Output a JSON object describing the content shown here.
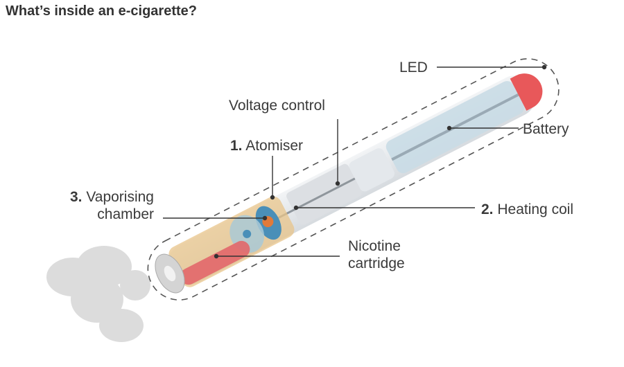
{
  "title": "What’s inside an e-cigarette?",
  "labels": {
    "led": "LED",
    "battery": "Battery",
    "voltage_control": "Voltage control",
    "atomiser": {
      "num": "1.",
      "text": " Atomiser"
    },
    "vaporising": {
      "num": "3.",
      "line1": " Vaporising",
      "line2": "chamber"
    },
    "heating_coil": {
      "num": "2.",
      "text": " Heating coil"
    },
    "nicotine": {
      "line1": "Nicotine",
      "line2": "cartridge"
    }
  },
  "colors": {
    "led": "#e8585a",
    "battery": "#c9dbe6",
    "atomiser": "#e8c48a",
    "heating_coil": "#4a8fb8",
    "coil_accent": "#e07a3a",
    "cartridge": "#e2676a",
    "smoke": "#dcdcdc",
    "leader": "#333333"
  }
}
